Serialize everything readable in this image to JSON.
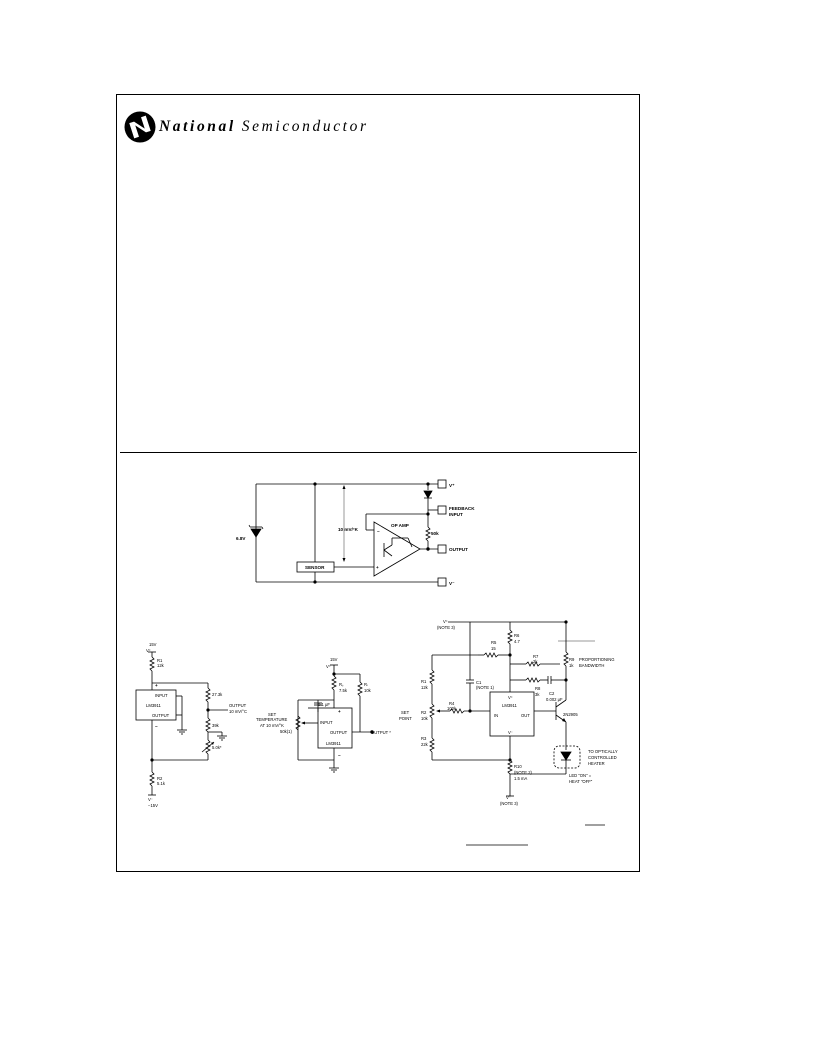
{
  "header": {
    "brand_bold": "National",
    "brand_light": "Semiconductor"
  },
  "fig1": {
    "vplus": "V⁺",
    "feedback": "FEEDBACK",
    "feedback2": "INPUT",
    "opamp": "OP AMP",
    "r50k": "50k",
    "output": "OUTPUT",
    "vminus": "V⁻",
    "zener": "6.8V",
    "slope": "10 mV/°K",
    "sensor": "SENSOR",
    "minus": "−",
    "plus": "+"
  },
  "fig2": {
    "v15": "15V",
    "vplus": "V⁺",
    "r1": "R1",
    "r1v": "12k",
    "input": "INPUT",
    "chip": "LM3911",
    "output": "OUTPUT",
    "r27": "27.3k",
    "out": "OUTPUT",
    "out2": "10 mV/°C",
    "r39": "39k",
    "r5": "5.0k*",
    "r2": "R2",
    "r2v": "5.1k",
    "vminus": "V⁻",
    "vm15": "−15V",
    "plus": "+",
    "minus": "−"
  },
  "fig3": {
    "v15": "15V",
    "vplus": "V⁺",
    "rs": "Rₛ",
    "rsv": "7.5k",
    "rl": "Rₗ",
    "rlv": "10k",
    "cap": "0.1 μF",
    "set1": "SET",
    "set2": "TEMPERATURE",
    "set3": "AT 10 mV/°K",
    "set4": "50k(1)",
    "input": "INPUT",
    "output": "OUTPUT",
    "chip": "LM3911",
    "out": "OUTPUT *",
    "plus": "+",
    "minus": "−"
  },
  "fig4": {
    "vplus": "V⁺",
    "note3": "(NOTE 3)",
    "r5": "R5",
    "r5v": "15",
    "r6": "R6",
    "r6v": "4.7",
    "r7": "R7",
    "r7v": "2k",
    "r9": "R9",
    "r9v": "1k",
    "prop1": "PROPORTIONING",
    "prop2": "BANDWIDTH",
    "r1": "R1",
    "r1v": "12k",
    "c1": "C1",
    "c1n": "(NOTE 1)",
    "r8": "R8",
    "r8v": "3k",
    "c2": "C2",
    "c2v": "0.002 μF",
    "set1": "SET",
    "set2": "POINT",
    "r2": "R2",
    "r2v": "10k",
    "r4": "R4",
    "r4v": "100k",
    "chip_v": "V⁺",
    "chip": "LM3911",
    "in": "IN",
    "out": "OUT",
    "chip_vm": "V⁻",
    "q": "2N2905",
    "r3": "R3",
    "r3v": "22k",
    "opt1": "TO OPTICALLY",
    "opt2": "CONTROLLED",
    "opt3": "HEATER",
    "r10": "R10",
    "r10n": "(NOTE 2)",
    "r10v": "1.5 mA",
    "led1": "LED \"ON\" =",
    "led2": "HEAT \"OFF\"",
    "vminus": "V⁻",
    "note3b": "(NOTE 3)"
  }
}
